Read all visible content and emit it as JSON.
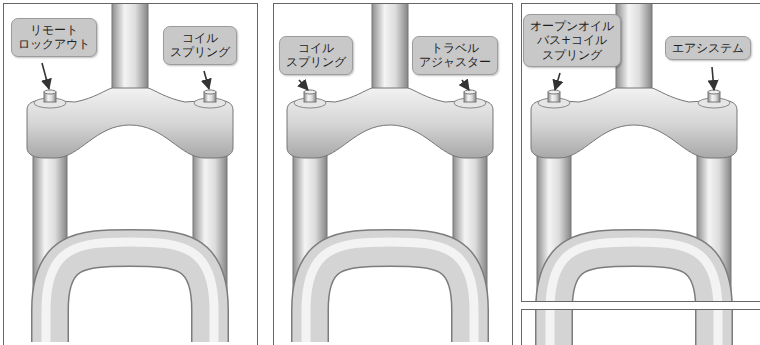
{
  "diagram": {
    "nodes": [
      {
        "text": [
          "リモート ロックアウト"
        ]
      },
      {
        "text": [
          "コイル スプリング"
        ]
      },
      {
        "text": [
          "コイル スプリング"
        ]
      },
      {
        "text": [
          "トラベル アジャスター"
        ]
      },
      {
        "text": [
          "オープンオイル バス+コイル スプリング"
        ]
      },
      {
        "text": [
          "エアシステム"
        ]
      }
    ]
  }
}
